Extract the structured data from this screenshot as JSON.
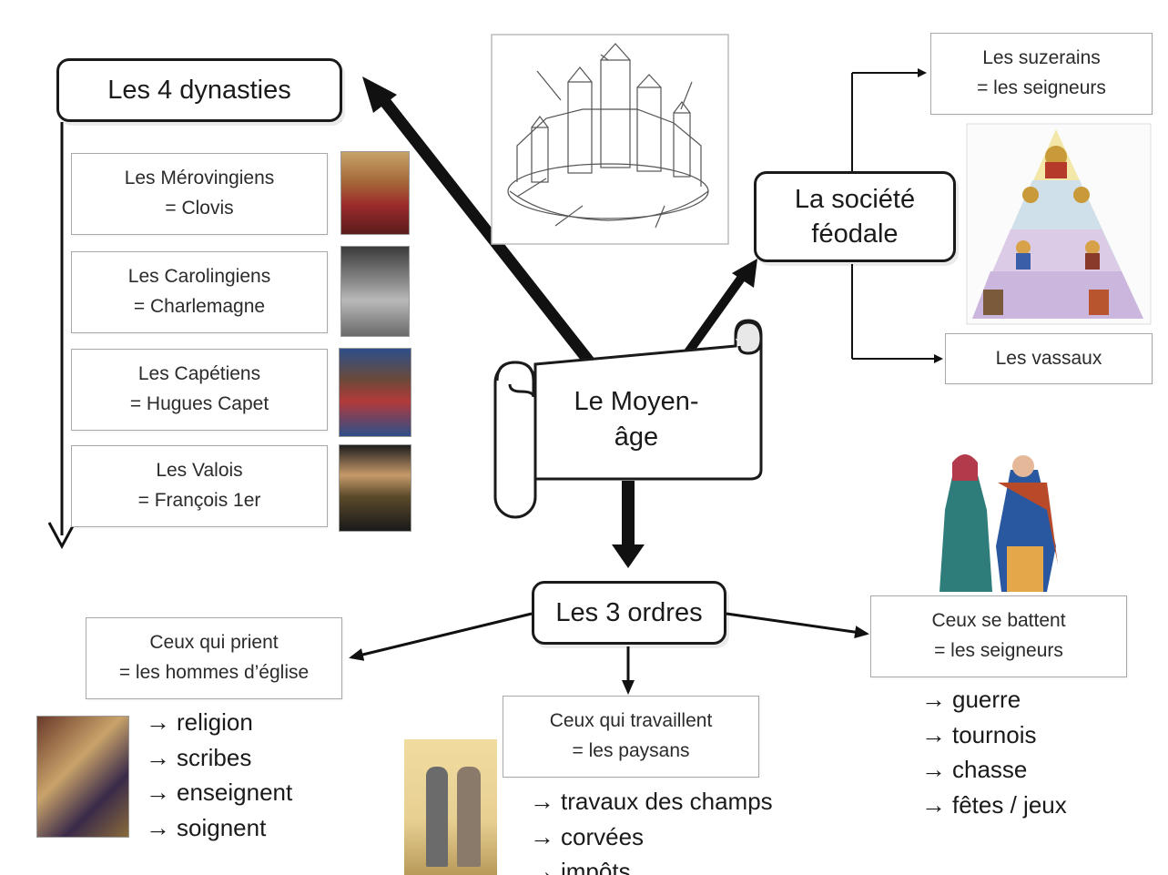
{
  "center": {
    "line1": "Le Moyen-",
    "line2": "âge"
  },
  "dynasties": {
    "title": "Les 4 dynasties",
    "items": [
      {
        "line1": "Les Mérovingiens",
        "line2": "= Clovis",
        "portrait": "king-clovis-portrait"
      },
      {
        "line1": "Les Carolingiens",
        "line2": "= Charlemagne",
        "portrait": "charlemagne-statue-portrait"
      },
      {
        "line1": "Les Capétiens",
        "line2": "= Hugues Capet",
        "portrait": "hugues-capet-portrait"
      },
      {
        "line1": "Les Valois",
        "line2": "= François 1er",
        "portrait": "francois-1er-portrait"
      }
    ]
  },
  "society": {
    "title_line1": "La société",
    "title_line2": "féodale",
    "suzerains_line1": "Les suzerains",
    "suzerains_line2": "= les seigneurs",
    "vassaux": "Les vassaux"
  },
  "castle_image": "castle-drawing-image",
  "pyramid_image": "feudal-pyramid-image",
  "orders": {
    "title": "Les 3 ordres",
    "clergy": {
      "line1": "Ceux qui prient",
      "line2": "= les hommes d’église",
      "bullets": [
        "religion",
        "scribes",
        "enseignent",
        "soignent"
      ]
    },
    "peasants": {
      "line1": "Ceux qui travaillent",
      "line2": "= les paysans",
      "bullets": [
        "travaux des champs",
        "corvées",
        "impôts"
      ]
    },
    "nobles": {
      "line1": "Ceux se battent",
      "line2": "= les seigneurs",
      "bullets": [
        "guerre",
        "tournois",
        "chasse",
        "fêtes / jeux"
      ]
    }
  },
  "arrow_glyph": "→",
  "colors": {
    "stroke": "#111111",
    "box_border": "#a8a8a8"
  }
}
